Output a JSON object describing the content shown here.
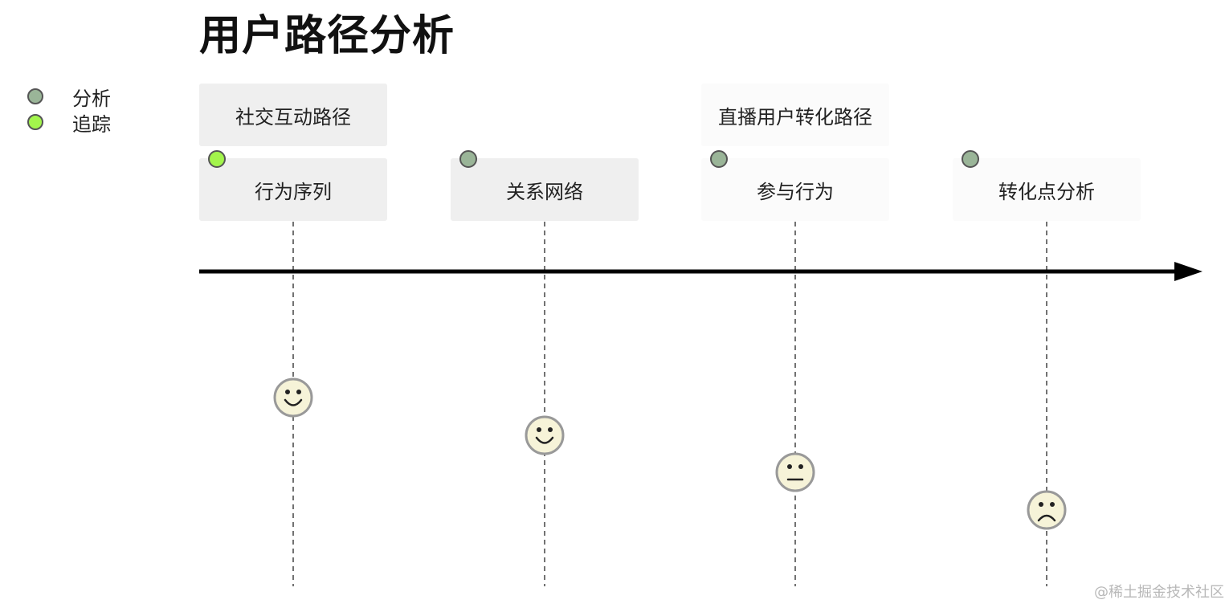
{
  "title": "用户路径分析",
  "legend": [
    {
      "label": "分析",
      "color": "#9ab598"
    },
    {
      "label": "追踪",
      "color": "#a3f54c"
    }
  ],
  "groups": [
    {
      "label": "社交互动路径",
      "step_index": 0,
      "style": "filled"
    },
    {
      "label": "直播用户转化路径",
      "step_index": 2,
      "style": "faint"
    }
  ],
  "steps": [
    {
      "label": "行为序列",
      "marker": "追踪",
      "mood": "happy",
      "mood_icon": "smiley-face-icon",
      "style": "filled"
    },
    {
      "label": "关系网络",
      "marker": "分析",
      "mood": "happy",
      "mood_icon": "smiley-face-icon",
      "style": "filled"
    },
    {
      "label": "参与行为",
      "marker": "分析",
      "mood": "neutral",
      "mood_icon": "neutral-face-icon",
      "style": "faint"
    },
    {
      "label": "转化点分析",
      "marker": "分析",
      "mood": "sad",
      "mood_icon": "sad-face-icon",
      "style": "faint"
    }
  ],
  "colors": {
    "face_fill": "#f6f3d8",
    "face_stroke": "#999999",
    "arrow": "#000000",
    "guide": "#444444"
  },
  "watermark": "@稀土掘金技术社区"
}
